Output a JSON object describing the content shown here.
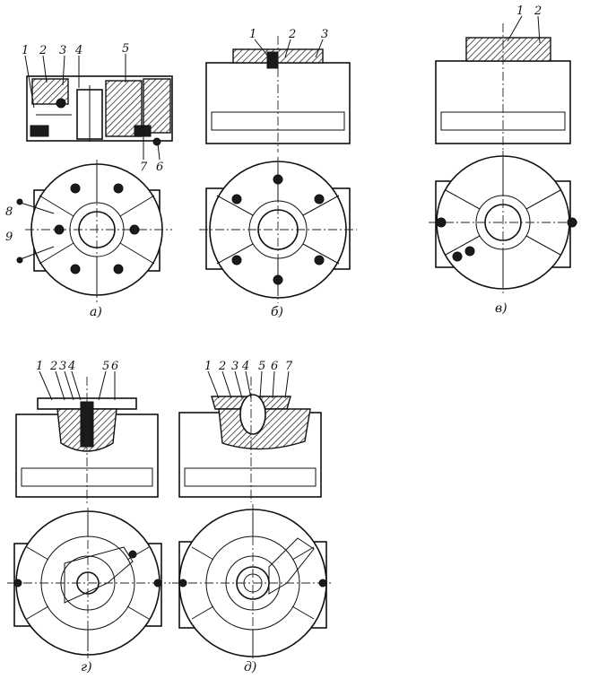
{
  "figure": {
    "panels": [
      {
        "id": "a",
        "caption": "а)",
        "part_numbers": [
          "1",
          "2",
          "3",
          "4",
          "5",
          "7",
          "6",
          "8",
          "9"
        ]
      },
      {
        "id": "b",
        "caption": "б)",
        "part_numbers": [
          "1",
          "2",
          "3"
        ]
      },
      {
        "id": "v",
        "caption": "в)",
        "part_numbers": [
          "1",
          "2"
        ]
      },
      {
        "id": "g",
        "caption": "г)",
        "part_numbers": [
          "1",
          "2",
          "3",
          "4",
          "5",
          "6"
        ]
      },
      {
        "id": "d",
        "caption": "д)",
        "part_numbers": [
          "1",
          "2",
          "3",
          "4",
          "5",
          "6",
          "7"
        ]
      }
    ]
  }
}
